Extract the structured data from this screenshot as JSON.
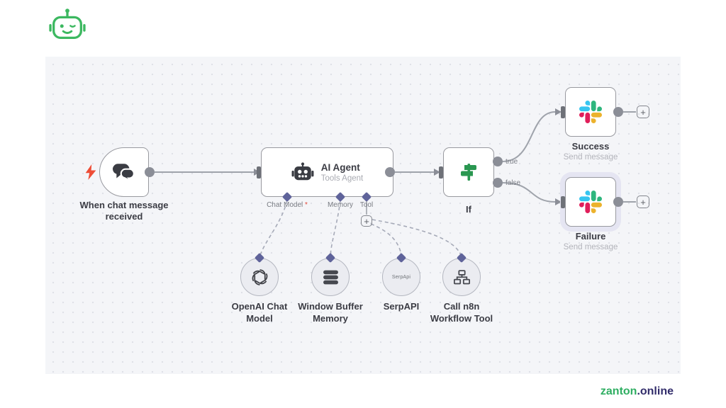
{
  "header": {
    "logo_name": "winking-robot-logo"
  },
  "workflow": {
    "trigger": {
      "label": "When chat message received"
    },
    "agent": {
      "title": "AI Agent",
      "subtitle": "Tools Agent",
      "connectors": [
        {
          "label": "Chat Model",
          "required_marker": "*"
        },
        {
          "label": "Memory",
          "required_marker": ""
        },
        {
          "label": "Tool",
          "required_marker": ""
        }
      ]
    },
    "if_node": {
      "label": "If",
      "output_true": "true",
      "output_false": "false"
    },
    "success": {
      "title": "Success",
      "subtitle": "Send message"
    },
    "failure": {
      "title": "Failure",
      "subtitle": "Send message"
    },
    "subnodes": [
      {
        "label": "OpenAI Chat Model"
      },
      {
        "label": "Window Buffer Memory"
      },
      {
        "label": "SerpAPI",
        "icon_text": "SerpApi"
      },
      {
        "label": "Call n8n Workflow Tool"
      }
    ],
    "plus_label": "+"
  },
  "footer": {
    "brand": "zanton",
    "suffix": ".online"
  },
  "colors": {
    "brand_green": "#2fae62",
    "brand_navy": "#322d6b",
    "canvas_bg": "#f4f5f8",
    "wire_gray": "#9fa3ab",
    "connector_indigo": "#5f639a",
    "trigger_bolt_red": "#ee4d36",
    "if_green": "#2a9751",
    "slack_blue": "#36C5F0",
    "slack_green": "#2EB67D",
    "slack_red": "#E01E5A",
    "slack_yellow": "#ECB22C",
    "selected_halo": "#e5e5f2"
  }
}
